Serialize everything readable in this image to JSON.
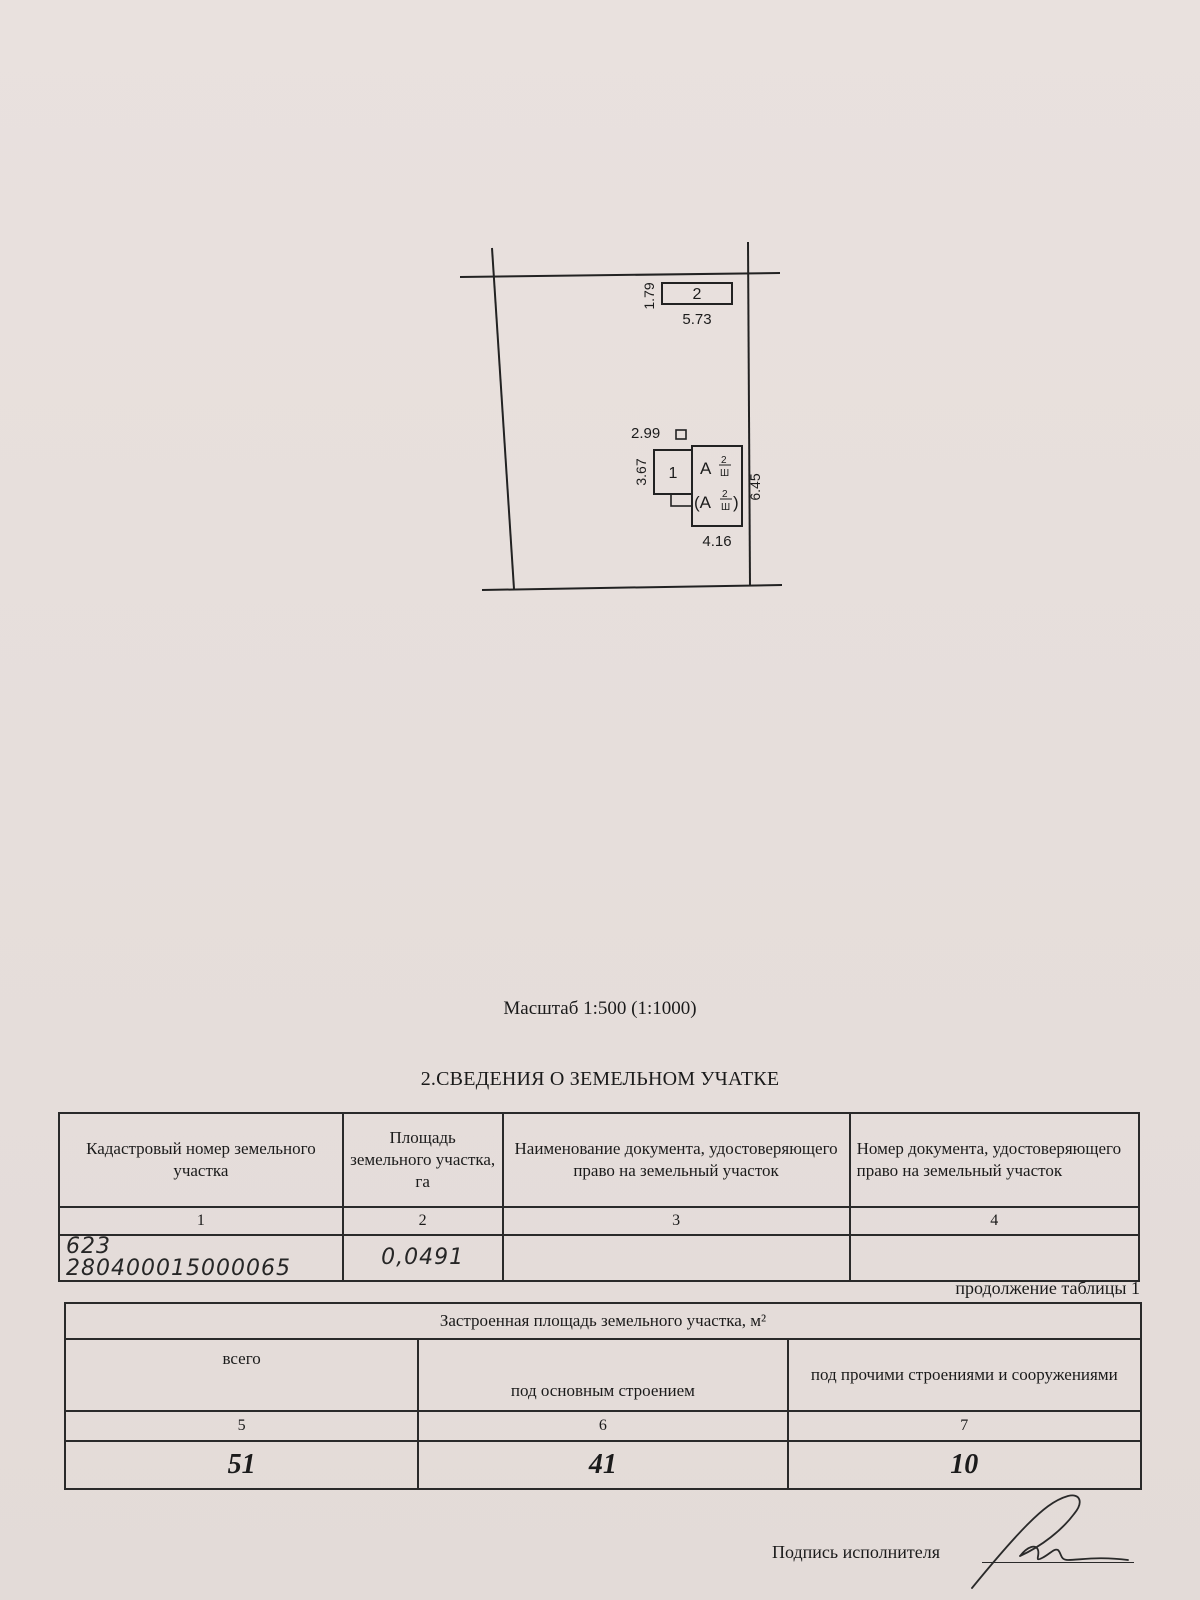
{
  "plan": {
    "labels": {
      "building_2": "2",
      "dim_1_79": "1.79",
      "dim_5_73": "5.73",
      "dim_2_99": "2.99",
      "dim_3_67": "3.67",
      "building_1": "1",
      "letter_a": "А",
      "letter_a_paren": "(А",
      "paren_close": ")",
      "sup_2": "2",
      "sub_sh": "Ш",
      "dim_6_45": "6.45",
      "dim_4_16": "4.16"
    }
  },
  "scale_text": "Масштаб 1:500 (1:1000)",
  "section_title": "2.СВЕДЕНИЯ О ЗЕМЕЛЬНОМ УЧАТКЕ",
  "table1": {
    "headers": [
      "Кадастровый номер земельного участка",
      "Площадь земельного участка, га",
      "Наименование документа, удостоверяющего право на земельный участок",
      "Номер документа, удостоверяющего право на земельный участок"
    ],
    "numbers": [
      "1",
      "2",
      "3",
      "4"
    ],
    "values": [
      "623 280400015000065",
      "0,0491",
      "",
      ""
    ]
  },
  "continuation": "продолжение таблицы 1",
  "table2": {
    "title": "Застроенная площадь земельного участка, м²",
    "headers": [
      "всего",
      "под основным строением",
      "под прочими строениями и сооружениями"
    ],
    "numbers": [
      "5",
      "6",
      "7"
    ],
    "values": [
      "51",
      "41",
      "10"
    ]
  },
  "signature_label": "Подпись исполнителя"
}
